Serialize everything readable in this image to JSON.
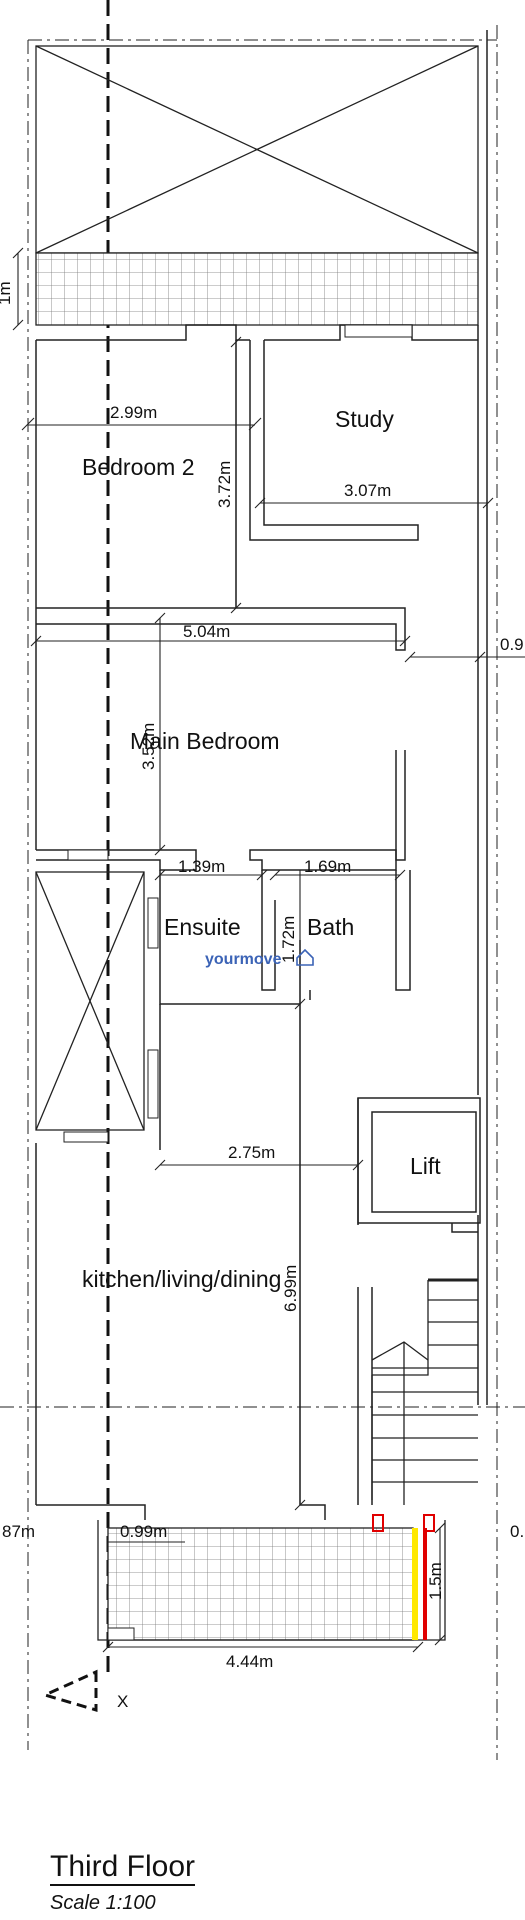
{
  "rooms": {
    "study": "Study",
    "bedroom2": "Bedroom 2",
    "main_bedroom": "Main Bedroom",
    "ensuite": "Ensuite",
    "bath": "Bath",
    "lift": "Lift",
    "kitchen": "kitchen/living/dining"
  },
  "dimensions": {
    "bed2_width": "2.99m",
    "bed2_depth": "3.72m",
    "study_width": "3.07m",
    "main_width": "5.04m",
    "main_depth": "3.52m",
    "ensuite_width": "1.39m",
    "bath_width": "1.69m",
    "bath_depth": "1.72m",
    "kitchen_width": "2.75m",
    "kitchen_depth": "6.99m",
    "terrace_width": "4.44m",
    "terrace_depth": "1.5m",
    "terrace_side": "0.99m",
    "top_left": "1m",
    "right_gap": "0.9",
    "left_edge": "87m",
    "right_edge": "0."
  },
  "watermark": "yourmove",
  "markers": {
    "section": "X"
  },
  "title": "Third Floor",
  "scale": "Scale 1:100"
}
